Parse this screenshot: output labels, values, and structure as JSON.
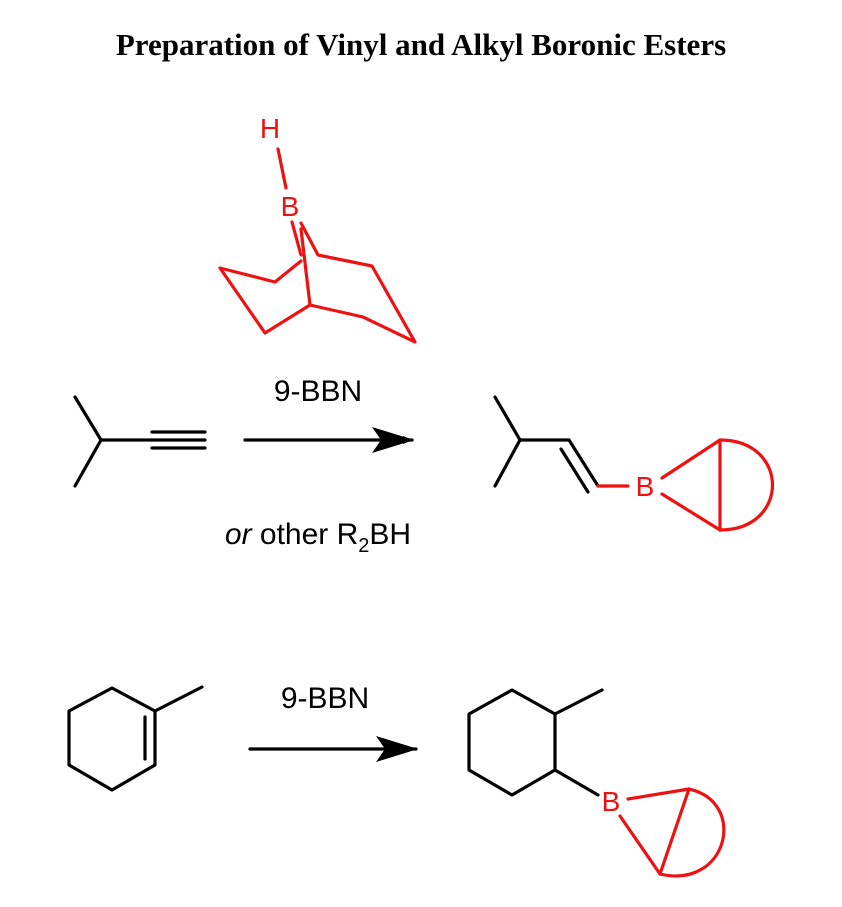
{
  "title": "Preparation of Vinyl and Alkyl Boronic Esters",
  "colors": {
    "boron": "#ee1111",
    "bond": "#000000"
  },
  "reagent": {
    "name": "9-BBN",
    "atom_h": "H",
    "atom_b": "B"
  },
  "reaction1": {
    "reagent_label": "9-BBN",
    "condition_prefix": "or",
    "condition_text": " other R",
    "condition_subscript": "2",
    "condition_suffix": "BH",
    "product_boron": "B"
  },
  "reaction2": {
    "reagent_label": "9-BBN",
    "product_boron": "B"
  }
}
